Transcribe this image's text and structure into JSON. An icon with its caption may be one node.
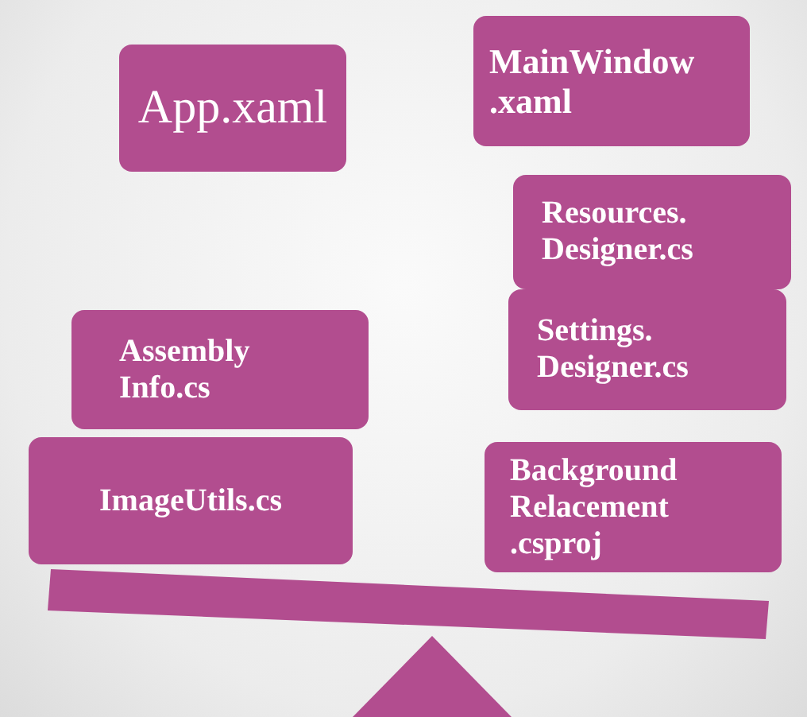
{
  "diagram": {
    "nodes": [
      {
        "text": [
          "App.xaml"
        ]
      },
      {
        "text": [
          "MainWindow .xaml"
        ]
      },
      {
        "text": [
          "Resources. Designer.cs"
        ]
      },
      {
        "text": [
          "Settings. Designer.cs"
        ]
      },
      {
        "text": [
          "Assembly Info.cs"
        ]
      },
      {
        "text": [
          "ImageUtils.cs"
        ]
      },
      {
        "text": [
          "Background Relacement .csproj"
        ]
      }
    ]
  }
}
